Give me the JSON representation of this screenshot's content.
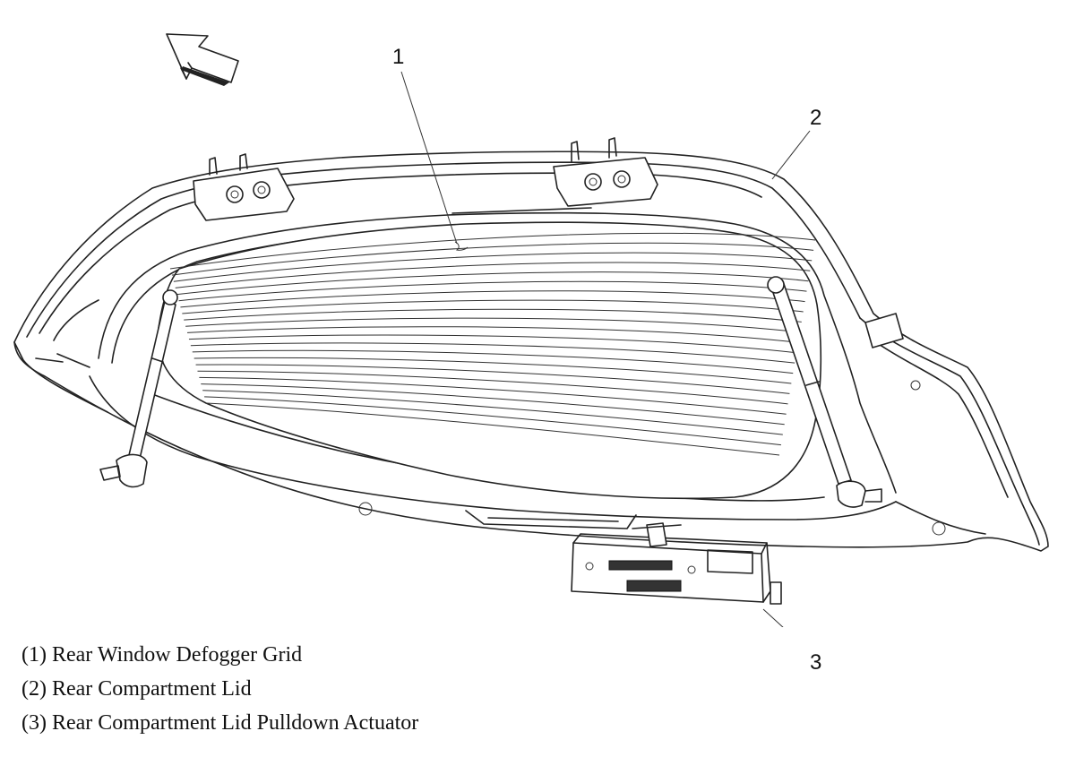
{
  "diagram": {
    "callouts": [
      {
        "id": "1",
        "text": "1"
      },
      {
        "id": "2",
        "text": "2"
      },
      {
        "id": "3",
        "text": "3"
      }
    ],
    "legend": [
      "(1) Rear Window Defogger Grid",
      "(2) Rear Compartment Lid",
      "(3) Rear Compartment Lid Pulldown Actuator"
    ]
  },
  "colors": {
    "line": "#222222",
    "background": "#ffffff"
  },
  "icons": [
    "direction-arrow-icon"
  ]
}
